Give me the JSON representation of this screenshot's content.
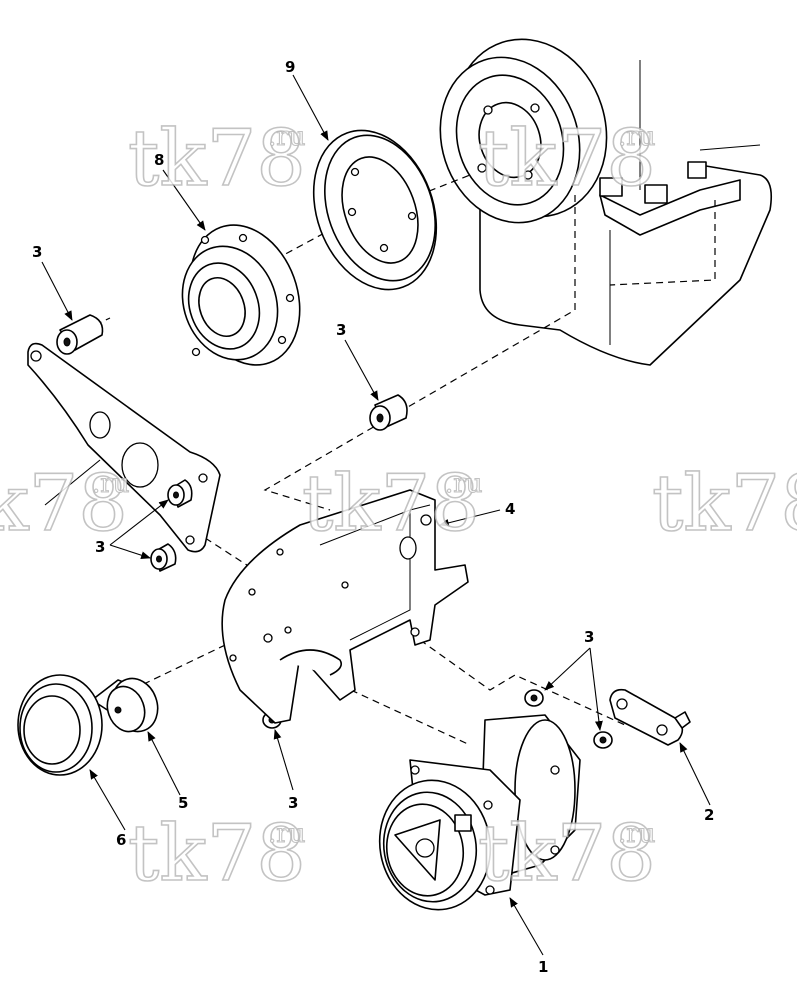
{
  "callouts": [
    {
      "id": "callout-1",
      "label": "1"
    },
    {
      "id": "callout-2",
      "label": "2"
    },
    {
      "id": "callout-3-top-left",
      "label": "3"
    },
    {
      "id": "callout-3-center",
      "label": "3"
    },
    {
      "id": "callout-3-left-spacers",
      "label": "3"
    },
    {
      "id": "callout-3-bottom",
      "label": "3"
    },
    {
      "id": "callout-3-right",
      "label": "3"
    },
    {
      "id": "callout-4",
      "label": "4"
    },
    {
      "id": "callout-5",
      "label": "5"
    },
    {
      "id": "callout-6",
      "label": "6"
    },
    {
      "id": "callout-8",
      "label": "8"
    },
    {
      "id": "callout-9",
      "label": "9"
    }
  ],
  "watermark": {
    "main": "tk78",
    "suffix": ".ru"
  }
}
